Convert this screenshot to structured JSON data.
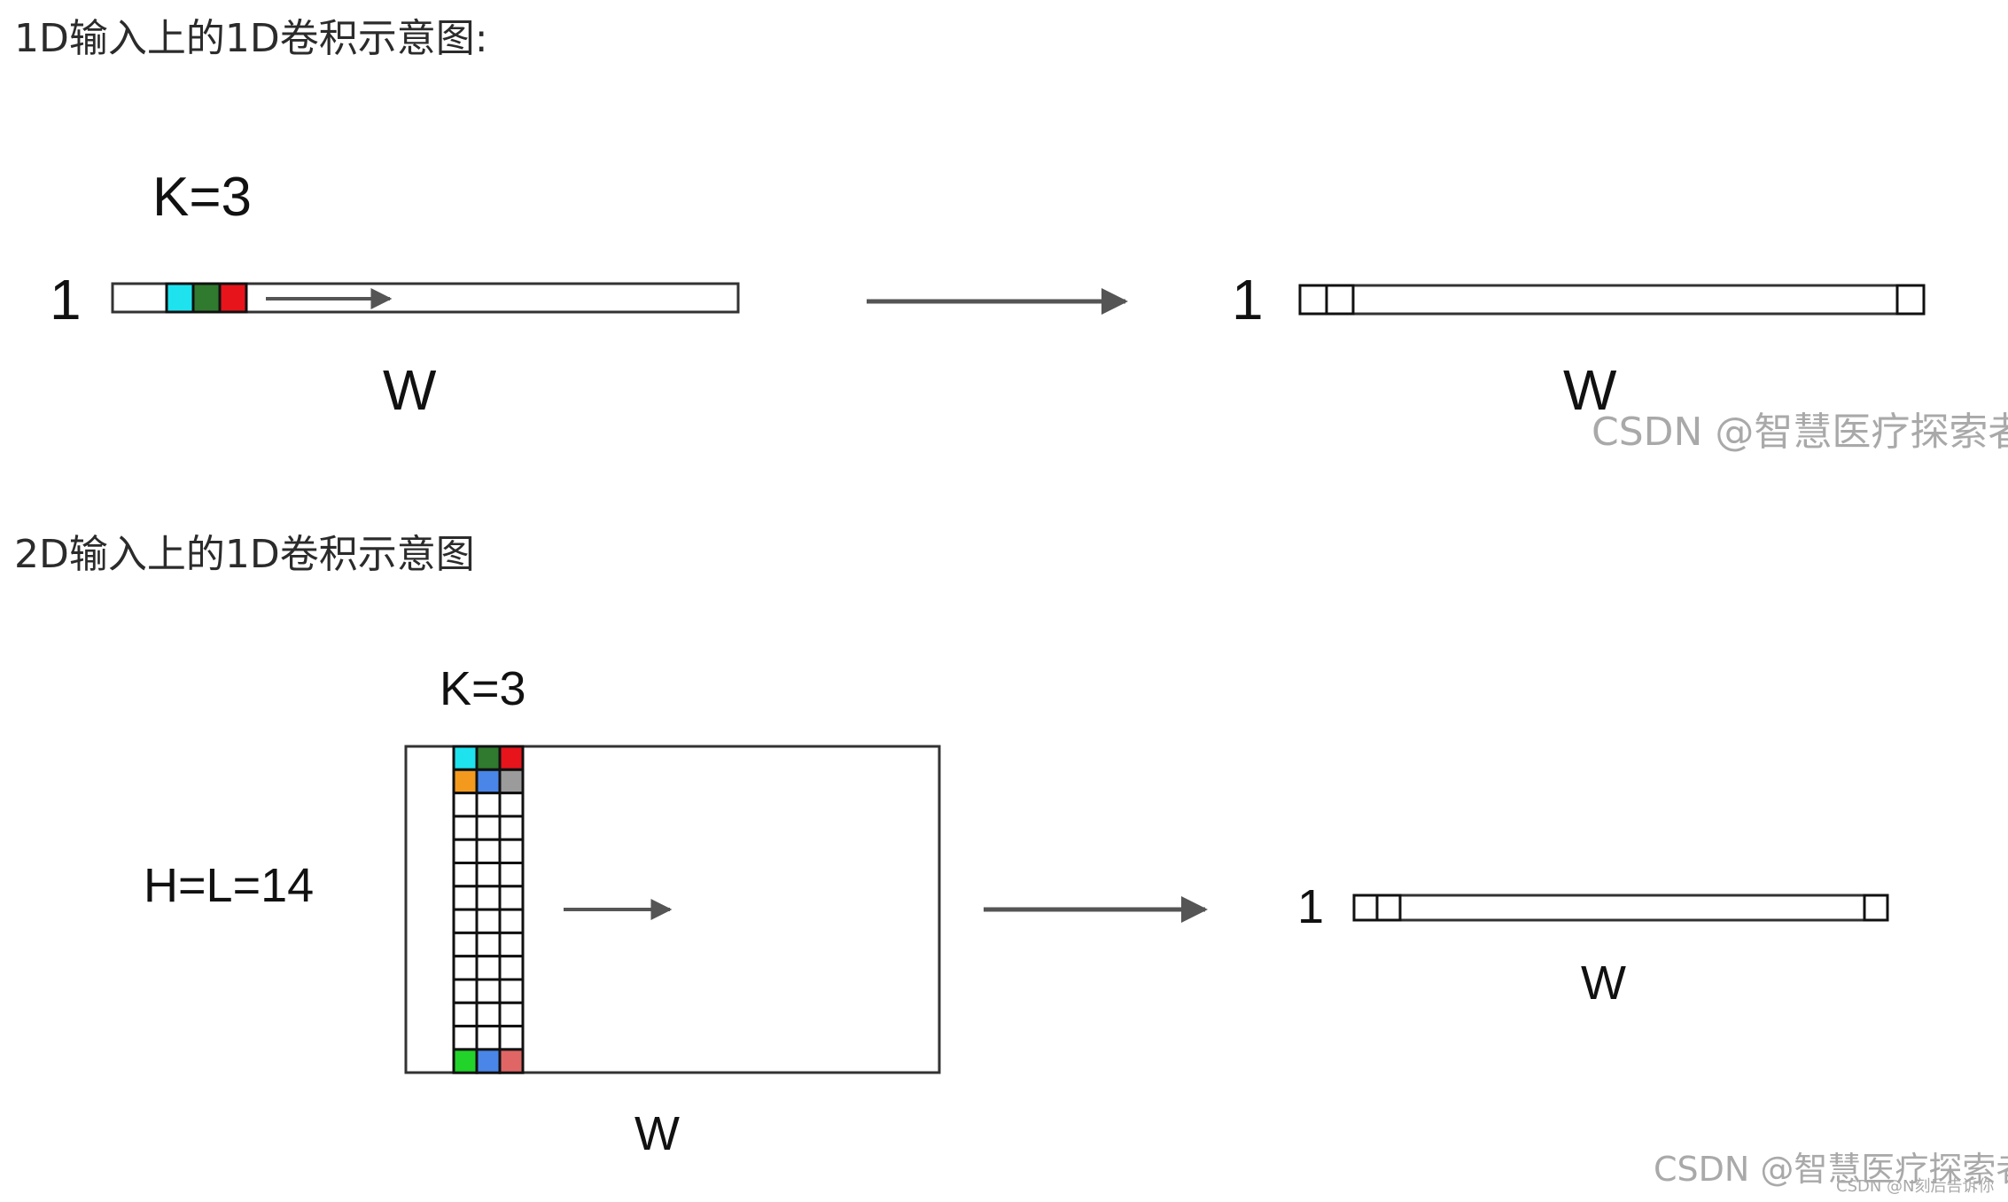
{
  "section1": {
    "heading": "1D输入上的1D卷积示意图:",
    "kernel_label": "K=3",
    "input_height_label": "1",
    "input_width_label": "W",
    "output_height_label": "1",
    "output_width_label": "W",
    "output_dots": "··· ···"
  },
  "section2": {
    "heading": "2D输入上的1D卷积示意图",
    "kernel_label": "K=3",
    "input_height_label": "H=L=14",
    "input_width_label": "W",
    "output_height_label": "1",
    "output_width_label": "W",
    "output_dots": "··· ···"
  },
  "watermarks": {
    "top": "CSDN @智慧医疗探索者",
    "bottom": "CSDN @智慧医疗探索者",
    "bottom_small": "CSDN @N刻后告诉你"
  },
  "colors": {
    "cyan": "#1ee3ee",
    "dark_green": "#2f7a2f",
    "red": "#e8141c",
    "orange": "#f39a1e",
    "blue": "#4a86e8",
    "gray": "#9b9b9b",
    "green": "#22d32a",
    "light_red": "#e06666",
    "arrow": "#555555"
  }
}
